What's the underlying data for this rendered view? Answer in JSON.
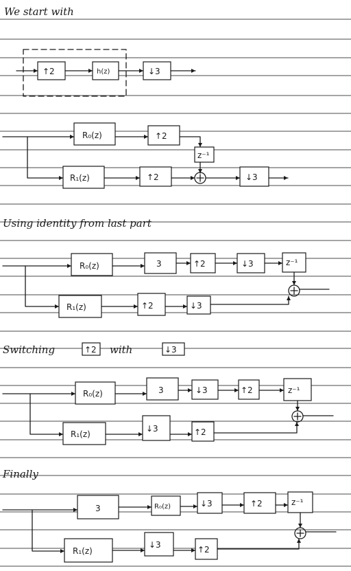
{
  "headings": {
    "start": "We start with",
    "identity": "Using identity from last part",
    "switching": "Switching",
    "switching_with": "with",
    "finally": "Finally"
  },
  "blocks": {
    "up2": "↑2",
    "down3": "↓3",
    "h_z": "h(z)",
    "r0": "R₀(z)",
    "r1": "R₁(z)",
    "delay": "z⁻¹",
    "three": "3"
  },
  "icons": {
    "adder": "circled-plus",
    "arrow": "arrowhead"
  },
  "colors": {
    "ink": "#1a1a1a",
    "rule": "#4a4a4a",
    "paper": "#ffffff"
  }
}
